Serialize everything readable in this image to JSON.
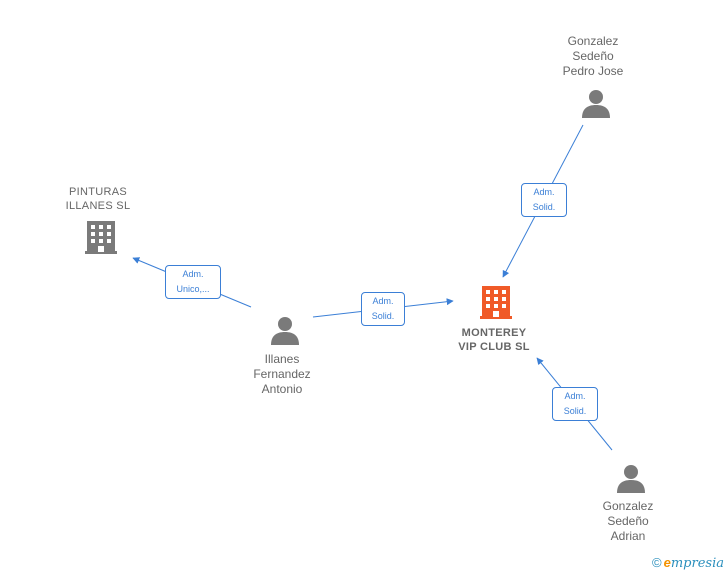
{
  "colors": {
    "edge": "#3b7fd6",
    "person_icon": "#7a7a7a",
    "company_icon": "#7a7a7a",
    "focus_company_icon": "#f05a28",
    "label_text": "#666666"
  },
  "nodes": {
    "pinturas": {
      "label": "PINTURAS\nILLANES  SL",
      "kind": "company",
      "icon": "building-icon"
    },
    "monterey": {
      "label": "MONTEREY\nVIP CLUB  SL",
      "kind": "focus-company",
      "icon": "building-icon"
    },
    "illanes": {
      "label": "Illanes\nFernandez\nAntonio",
      "kind": "person",
      "icon": "person-icon"
    },
    "pedro": {
      "label": "Gonzalez\nSedeño\nPedro Jose",
      "kind": "person",
      "icon": "person-icon"
    },
    "adrian": {
      "label": "Gonzalez\nSedeño\nAdrian",
      "kind": "person",
      "icon": "person-icon"
    }
  },
  "edges": [
    {
      "from": "illanes",
      "to": "pinturas",
      "label": "Adm.\nUnico,..."
    },
    {
      "from": "illanes",
      "to": "monterey",
      "label": "Adm.\nSolid."
    },
    {
      "from": "pedro",
      "to": "monterey",
      "label": "Adm.\nSolid."
    },
    {
      "from": "adrian",
      "to": "monterey",
      "label": "Adm.\nSolid."
    }
  ],
  "brand": {
    "copyright": "©",
    "initial": "e",
    "rest": "mpresia"
  }
}
